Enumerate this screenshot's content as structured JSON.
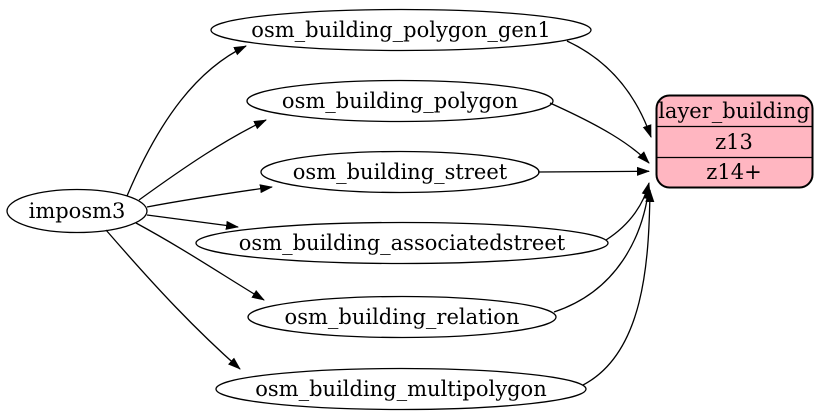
{
  "diagram": {
    "background_color": "#ffffff",
    "edge_color": "#000000",
    "node_fill": "#ffffff",
    "source_node": {
      "label": "imposm3"
    },
    "table_nodes": [
      {
        "label": "osm_building_polygon_gen1"
      },
      {
        "label": "osm_building_polygon"
      },
      {
        "label": "osm_building_street"
      },
      {
        "label": "osm_building_associatedstreet"
      },
      {
        "label": "osm_building_relation"
      },
      {
        "label": "osm_building_multipolygon"
      }
    ],
    "layer_node": {
      "title": "layer_building",
      "rows": [
        "z13",
        "z14+"
      ],
      "fill": "#ffb6c1",
      "border_color": "#000000"
    },
    "edges": [
      {
        "from": "imposm3",
        "to": "osm_building_polygon_gen1"
      },
      {
        "from": "imposm3",
        "to": "osm_building_polygon"
      },
      {
        "from": "imposm3",
        "to": "osm_building_street"
      },
      {
        "from": "imposm3",
        "to": "osm_building_associatedstreet"
      },
      {
        "from": "imposm3",
        "to": "osm_building_relation"
      },
      {
        "from": "imposm3",
        "to": "osm_building_multipolygon"
      },
      {
        "from": "osm_building_polygon_gen1",
        "to": "layer_building:z13"
      },
      {
        "from": "osm_building_polygon",
        "to": "layer_building:z14+"
      },
      {
        "from": "osm_building_street",
        "to": "layer_building:z14+"
      },
      {
        "from": "osm_building_associatedstreet",
        "to": "layer_building:z14+"
      },
      {
        "from": "osm_building_relation",
        "to": "layer_building:z14+"
      },
      {
        "from": "osm_building_multipolygon",
        "to": "layer_building:z14+"
      }
    ]
  }
}
